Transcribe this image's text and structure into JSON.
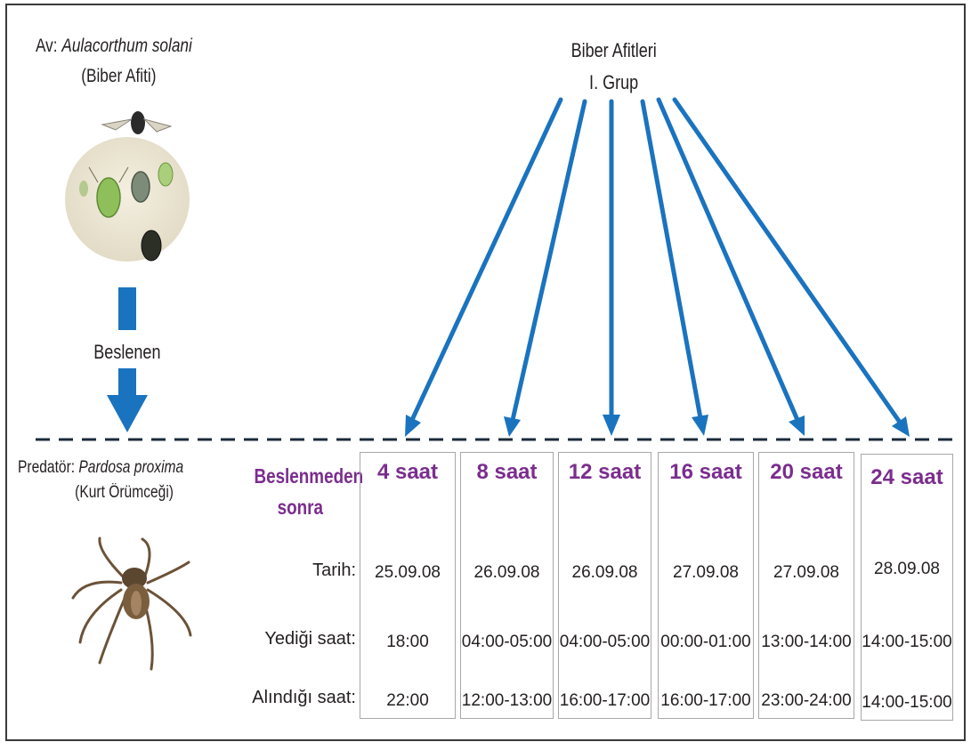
{
  "prey": {
    "prefix": "Av:",
    "species": "Aulacorthum solani",
    "common": "(Biber Afiti)"
  },
  "feed_label": "Beslenen",
  "group": {
    "line1": "Biber Afitleri",
    "line2": "I. Grup"
  },
  "predator": {
    "prefix": "Predatör:",
    "species": "Pardosa proxima",
    "common": "(Kurt Örümceği)"
  },
  "after_feeding": {
    "line1": "Beslenmeden",
    "line2": "sonra"
  },
  "row_labels": {
    "date": "Tarih:",
    "eaten": "Yediği saat:",
    "taken": "Alındığı saat:"
  },
  "columns": [
    {
      "header": "4 saat",
      "date": "25.09.08",
      "eaten": "18:00",
      "taken": "22:00"
    },
    {
      "header": "8 saat",
      "date": "26.09.08",
      "eaten": "04:00-05:00",
      "taken": "12:00-13:00"
    },
    {
      "header": "12 saat",
      "date": "26.09.08",
      "eaten": "04:00-05:00",
      "taken": "16:00-17:00"
    },
    {
      "header": "16 saat",
      "date": "27.09.08",
      "eaten": "00:00-01:00",
      "taken": "16:00-17:00"
    },
    {
      "header": "20 saat",
      "date": "27.09.08",
      "eaten": "13:00-14:00",
      "taken": "23:00-24:00"
    },
    {
      "header": "24 saat",
      "date": "28.09.08",
      "eaten": "14:00-15:00",
      "taken": "14:00-15:00"
    }
  ],
  "colors": {
    "arrow": "#1a73bf",
    "header": "#7b2d8e",
    "dashed_line": "#1a2a3a",
    "box_border": "#a8a8a8"
  },
  "icons": {
    "prey_image": "aphids-illustration",
    "predator_image": "wolf-spider-illustration"
  }
}
